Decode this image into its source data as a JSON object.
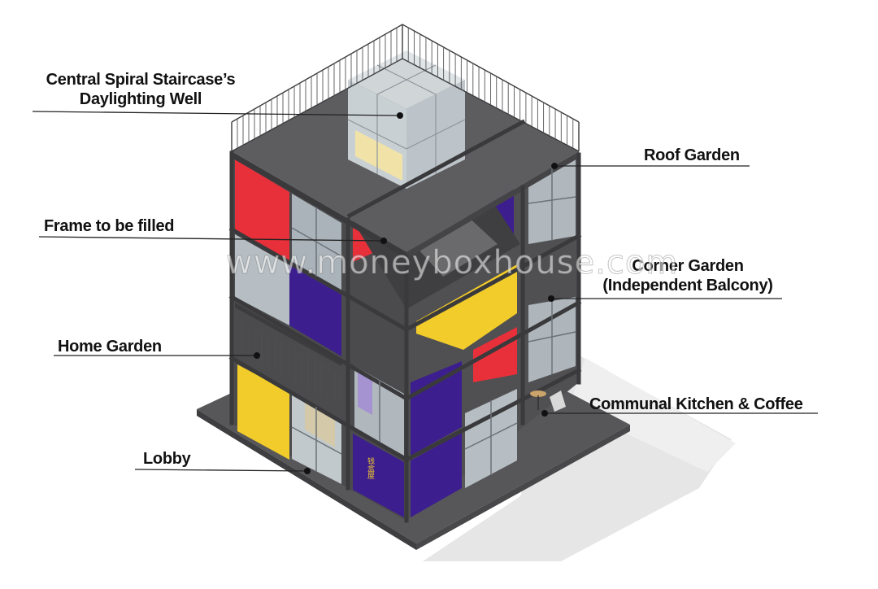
{
  "labels": {
    "staircase_line1": "Central Spiral Staircase’s",
    "staircase_line2": "Daylighting Well",
    "roof_garden": "Roof Garden",
    "frame": "Frame to be filled",
    "corner_line1": "Corner Garden",
    "corner_line2": "(Independent Balcony)",
    "home_garden": "Home Garden",
    "kitchen": "Communal Kitchen & Coffee",
    "lobby": "Lobby"
  },
  "watermark": "www.moneyboxhouse.com",
  "sign_text": "钱盒屋",
  "colors": {
    "frame": "#4a4a4c",
    "frame_dark": "#3c3c3e",
    "slab": "#5a5a5c",
    "red": "#e8303a",
    "yellow": "#f2cc2a",
    "purple": "#3d1e8e",
    "glass": "#aeb6bc",
    "glass_light": "#d4dadd",
    "shadow": "#e4e4e4"
  }
}
